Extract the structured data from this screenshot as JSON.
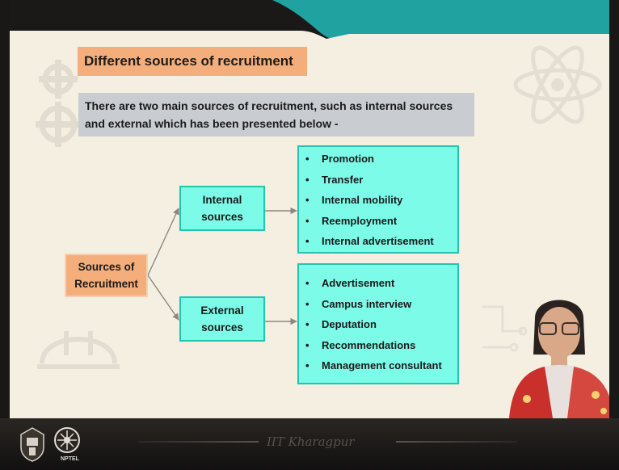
{
  "slide": {
    "title": "Different sources of recruitment",
    "intro": "There are two main sources of recruitment, such as internal sources and external which has been presented below -"
  },
  "diagram": {
    "root": "Sources of Recruitment",
    "branches": [
      {
        "label": "Internal sources",
        "items": [
          "Promotion",
          "Transfer",
          "Internal mobility",
          "Reemployment",
          "Internal advertisement"
        ]
      },
      {
        "label": "External sources",
        "items": [
          "Advertisement",
          "Campus interview",
          "Deputation",
          "Recommendations",
          "Management consultant"
        ]
      }
    ]
  },
  "footer": {
    "institution": "IIT Kharagpur",
    "logo_label": "NPTEL"
  },
  "colors": {
    "title_bg": "#f4ae7b",
    "intro_bg": "#c9cdd1",
    "node_bg": "#7dfbe9",
    "node_border": "#22c5ad",
    "top_band": "#1fa2a0"
  }
}
